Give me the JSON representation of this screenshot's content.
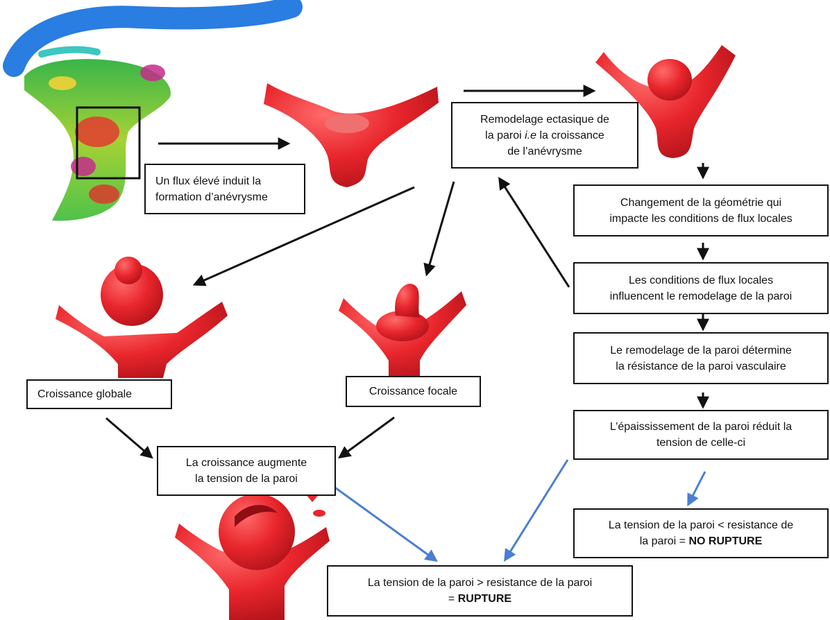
{
  "colors": {
    "vessel": "#e8262c",
    "vessel_dark": "#c41a22",
    "box_border": "#111111",
    "arrow_black": "#111111",
    "arrow_blue": "#4a7fd1"
  },
  "boxes": {
    "high_flow": {
      "line1": "Un flux élevé induit la",
      "line2": "formation d’anévrysme"
    },
    "ectasic": {
      "line1": "Remodelage ectasique de",
      "line2_pre": "la paroi ",
      "line2_em": "i.e",
      "line2_post": " la croissance",
      "line3": "de l’anévrysme"
    },
    "geometry": {
      "line1": "Changement de la géométrie qui",
      "line2": "impacte les conditions de flux locales"
    },
    "local_flow": {
      "line1": "Les conditions de flux locales",
      "line2": "influencent le remodelage de la paroi"
    },
    "wall_remodel": {
      "line1": "Le remodelage de la paroi détermine",
      "line2": "la résistance de la paroi vasculaire"
    },
    "thickening": {
      "line1": "L’épaississement de la paroi réduit la",
      "line2": "tension de celle-ci"
    },
    "no_rupture": {
      "line1": "La tension de la paroi < resistance de",
      "line2_pre": "la paroi = ",
      "line2_bold": "NO RUPTURE"
    },
    "global_growth": {
      "label": "Croissance globale"
    },
    "focal_growth": {
      "label": "Croissance focale"
    },
    "growth_tension": {
      "line1": "La croissance augmente",
      "line2": "la tension de la  paroi"
    },
    "rupture": {
      "line1": "La tension de la paroi > resistance de la paroi",
      "line2_pre": "= ",
      "line2_bold": "RUPTURE"
    }
  }
}
